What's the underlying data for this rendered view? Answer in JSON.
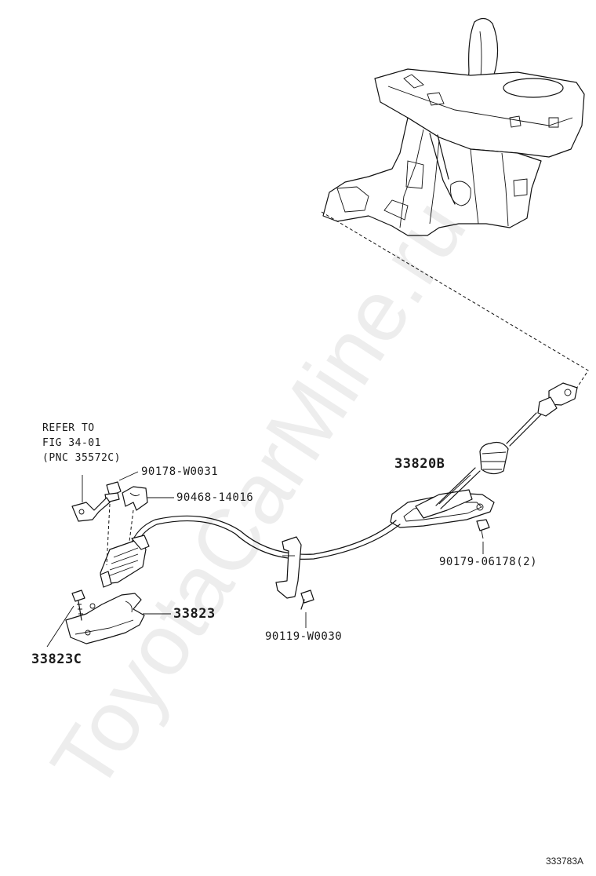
{
  "watermark": "ToyotaCarMine.ru",
  "figure_number": "333783A",
  "reference_note": {
    "line1": "REFER TO",
    "line2": "FIG 34-01",
    "line3": "(PNC 35572C)"
  },
  "callouts": {
    "p90178": "90178-W0031",
    "p90468": "90468-14016",
    "p33820B": "33820B",
    "p90179": "90179-06178(2)",
    "p33823": "33823",
    "p90119": "90119-W0030",
    "p33823C": "33823C"
  }
}
